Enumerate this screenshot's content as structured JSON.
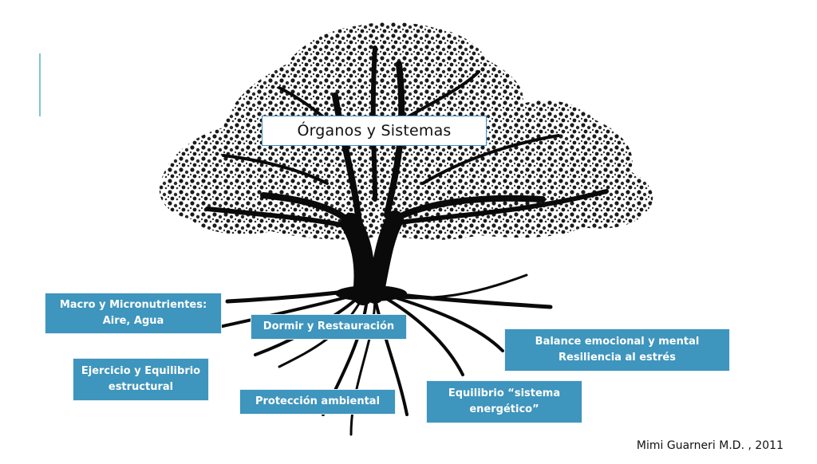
{
  "diagram": {
    "title": "Órganos y Sistemas",
    "accent_color": "#7fc5cc",
    "label_color": "#3e95bd",
    "title_border_color": "#3a8fc9",
    "roots": [
      {
        "line1": "Macro y Micronutrientes:",
        "line2": "Aire, Agua"
      },
      {
        "line1": "Ejercicio y Equilibrio",
        "line2": "estructural"
      },
      {
        "line1": "Dormir y Restauración",
        "line2": ""
      },
      {
        "line1": "Protección ambiental",
        "line2": ""
      },
      {
        "line1": "Equilibrio “sistema",
        "line2": "energético”"
      },
      {
        "line1": "Balance emocional y mental",
        "line2": "Resiliencia al estrés"
      }
    ],
    "credit": "Mimi Guarneri M.D. , 2011"
  }
}
